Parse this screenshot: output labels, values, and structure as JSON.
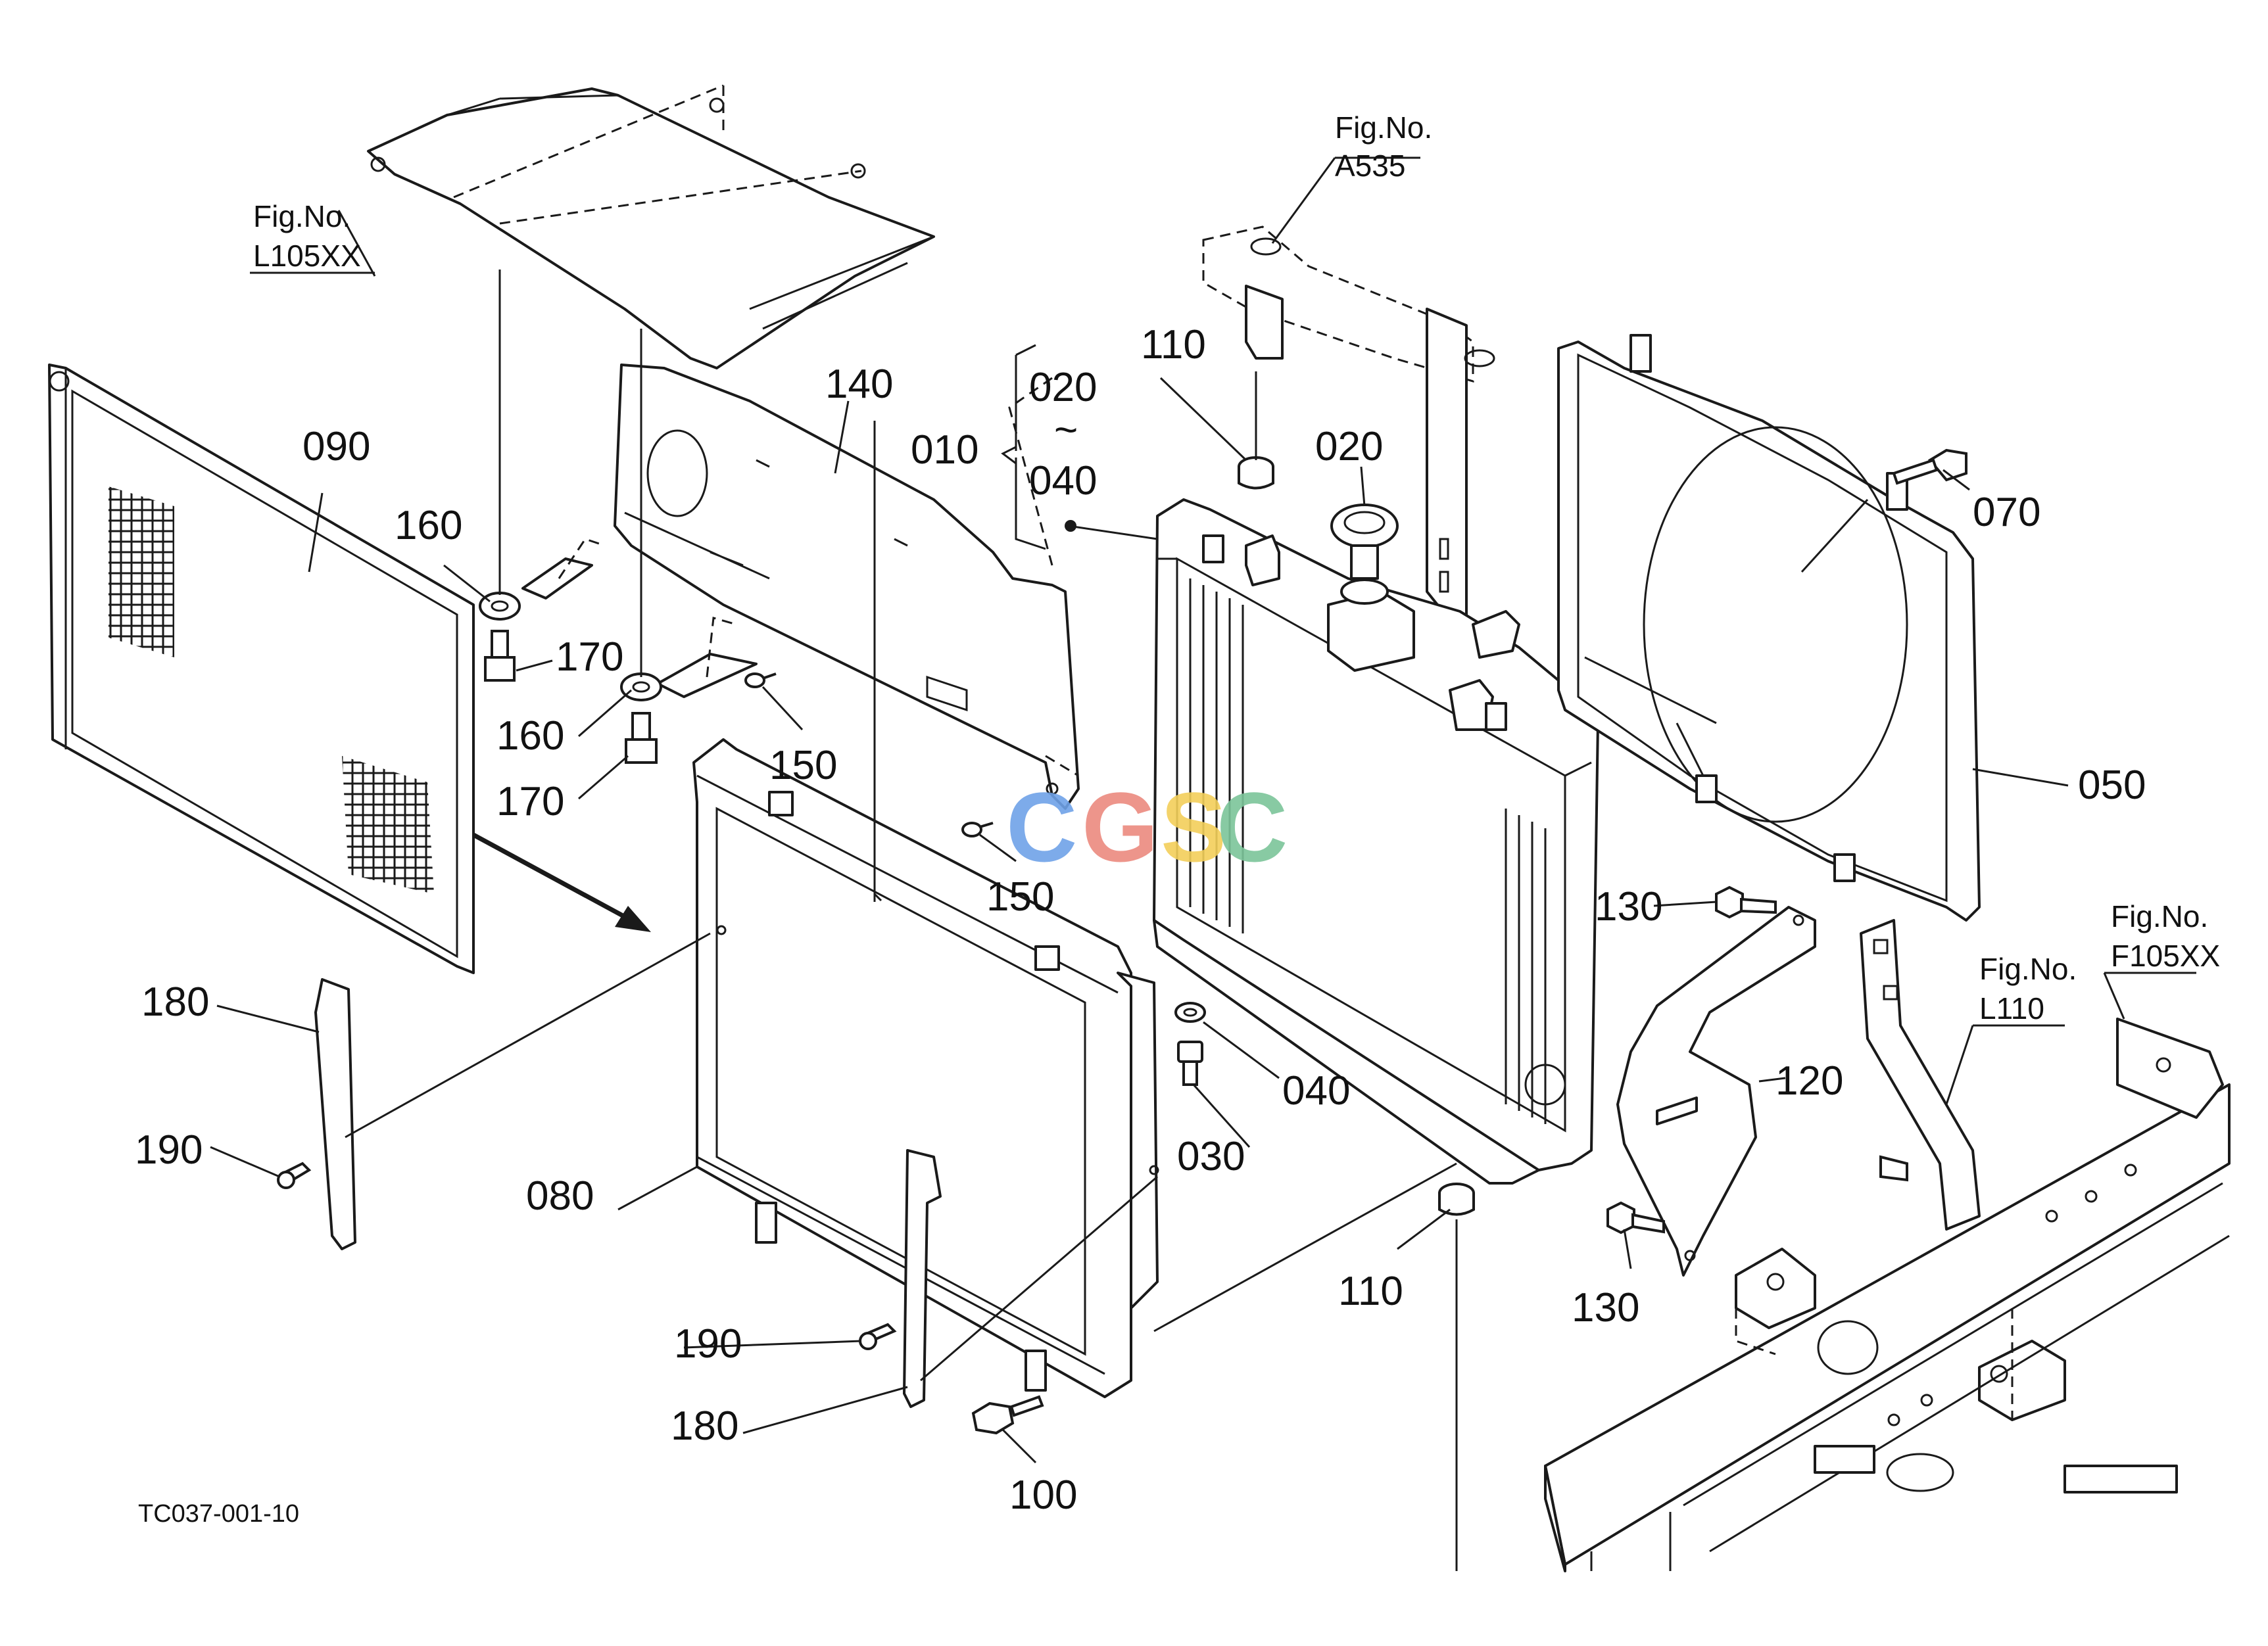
{
  "figure_code": "TC037-001-10",
  "watermark": {
    "letters": [
      "C",
      "G",
      "S",
      "C"
    ],
    "colors": [
      "#6fa2e8",
      "#ec8a7f",
      "#f3cf5a",
      "#7cc59a"
    ]
  },
  "part_labels": {
    "p010": "010",
    "p020_range_start": "020",
    "p_range_tilde": "~",
    "p040_range_end": "040",
    "p020": "020",
    "p030": "030",
    "p040": "040",
    "p050": "050",
    "p070": "070",
    "p080": "080",
    "p090": "090",
    "p100": "100",
    "p110_top": "110",
    "p110_bottom": "110",
    "p120": "120",
    "p130_top": "130",
    "p130_bottom": "130",
    "p140": "140",
    "p150_top": "150",
    "p150_bottom": "150",
    "p160_top": "160",
    "p160_bottom": "160",
    "p170_top": "170",
    "p170_bottom": "170",
    "p180_left": "180",
    "p180_center": "180",
    "p190_left": "190",
    "p190_center": "190"
  },
  "figure_refs": {
    "l105": {
      "title": "Fig.No.",
      "number": "L105XX"
    },
    "a535": {
      "title": "Fig.No.",
      "number": "A535"
    },
    "l110": {
      "title": "Fig.No.",
      "number": "L110"
    },
    "f105": {
      "title": "Fig.No.",
      "number": "F105XX"
    }
  }
}
